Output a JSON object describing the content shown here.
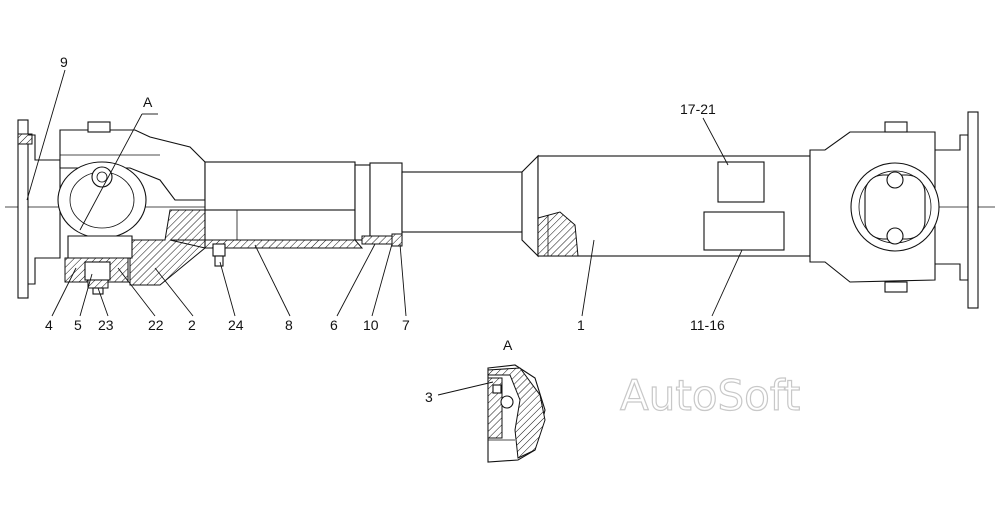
{
  "labels": {
    "l9": "9",
    "lA_top": "A",
    "l17_21": "17-21",
    "l4": "4",
    "l5": "5",
    "l23": "23",
    "l22": "22",
    "l2": "2",
    "l24": "24",
    "l8": "8",
    "l6": "6",
    "l10": "10",
    "l7": "7",
    "l1": "1",
    "l11_16": "11-16",
    "lA_detail": "A",
    "l3": "3"
  },
  "watermark": "AutoSoft",
  "colors": {
    "line": "#111111",
    "watermark_outline": "#c8c8c8",
    "background": "#ffffff"
  }
}
